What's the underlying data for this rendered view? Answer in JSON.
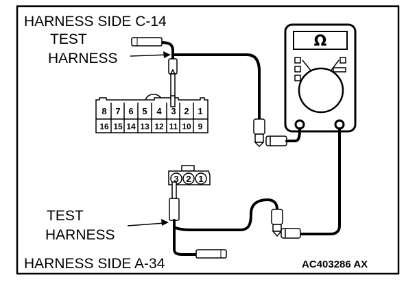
{
  "labels": {
    "top_connector": "HARNESS SIDE C-14",
    "bottom_connector": "HARNESS SIDE A-34",
    "test_harness_top_line1": "TEST",
    "test_harness_top_line2": "HARNESS",
    "test_harness_bottom_line1": "TEST",
    "test_harness_bottom_line2": "HARNESS",
    "figure_code": "AC403286 AX"
  },
  "meter": {
    "symbol": "Ω"
  },
  "connector_c14": {
    "top_row": [
      "8",
      "7",
      "6",
      "5",
      "4",
      "3",
      "2",
      "1"
    ],
    "bottom_row": [
      "16",
      "15",
      "14",
      "13",
      "12",
      "11",
      "10",
      "9"
    ]
  },
  "connector_a34": {
    "pins": [
      "3",
      "2",
      "1"
    ]
  }
}
